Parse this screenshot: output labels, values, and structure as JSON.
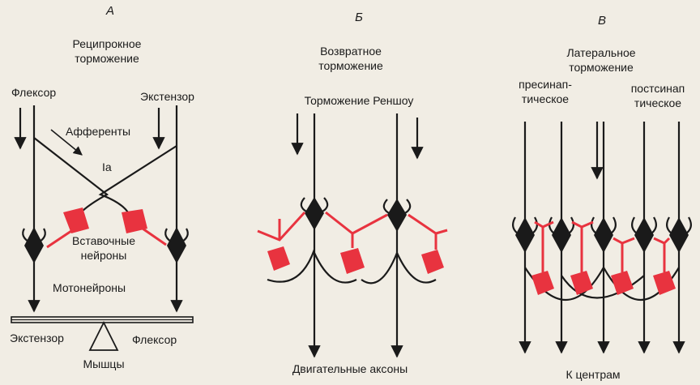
{
  "colors": {
    "background": "#f1ede4",
    "ink": "#1a1a1a",
    "inhibitory": "#e8333f"
  },
  "panel_a": {
    "letter": "А",
    "title_1": "Реципрокное",
    "title_2": "торможение",
    "flexor": "Флексор",
    "extensor": "Экстензор",
    "afferents": "Афференты",
    "ia": "Ia",
    "interneurons_1": "Вставочные",
    "interneurons_2": "нейроны",
    "motoneurons": "Мотонейроны",
    "muscle_extensor": "Экстензор",
    "muscle_flexor": "Флексор",
    "muscles": "Мышцы"
  },
  "panel_b": {
    "letter": "Б",
    "title_1": "Возвратное",
    "title_2": "торможение",
    "renshaw": "Торможение Реншоу",
    "motor_axons": "Двигательные аксоны"
  },
  "panel_c": {
    "letter": "В",
    "title_1": "Латеральное",
    "title_2": "торможение",
    "presynaptic_1": "пресинап-",
    "presynaptic_2": "тическое",
    "postsynaptic_1": "постсинап",
    "postsynaptic_2": "тическое",
    "to_centers": "К центрам"
  }
}
